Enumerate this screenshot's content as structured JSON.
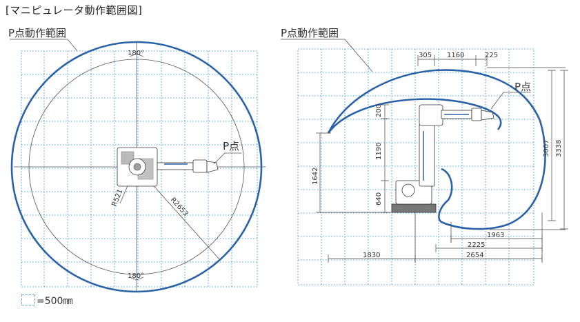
{
  "title": "[マニピュレータ動作範囲図]",
  "top_view": {
    "label_p_range": "P点動作範囲",
    "label_p_point": "P点",
    "angle_top": "180°",
    "angle_bottom": "180°",
    "radius_inner": "R521",
    "radius_outer": "R2653"
  },
  "side_view": {
    "label_p_range": "P点動作範囲",
    "label_p_point": "P点",
    "dim_305": "305",
    "dim_1160": "1160",
    "dim_225": "225",
    "dim_200": "200",
    "dim_1190": "1190",
    "dim_640": "640",
    "dim_1642": "1642",
    "dim_3007": "3007",
    "dim_3338": "3338",
    "dim_1963": "1963",
    "dim_2225": "2225",
    "dim_1830": "1830",
    "dim_2654": "2654"
  },
  "legend": {
    "text": "=500㎜"
  },
  "colors": {
    "grid": "#4aa3e0",
    "envelope": "#2a62a8"
  }
}
